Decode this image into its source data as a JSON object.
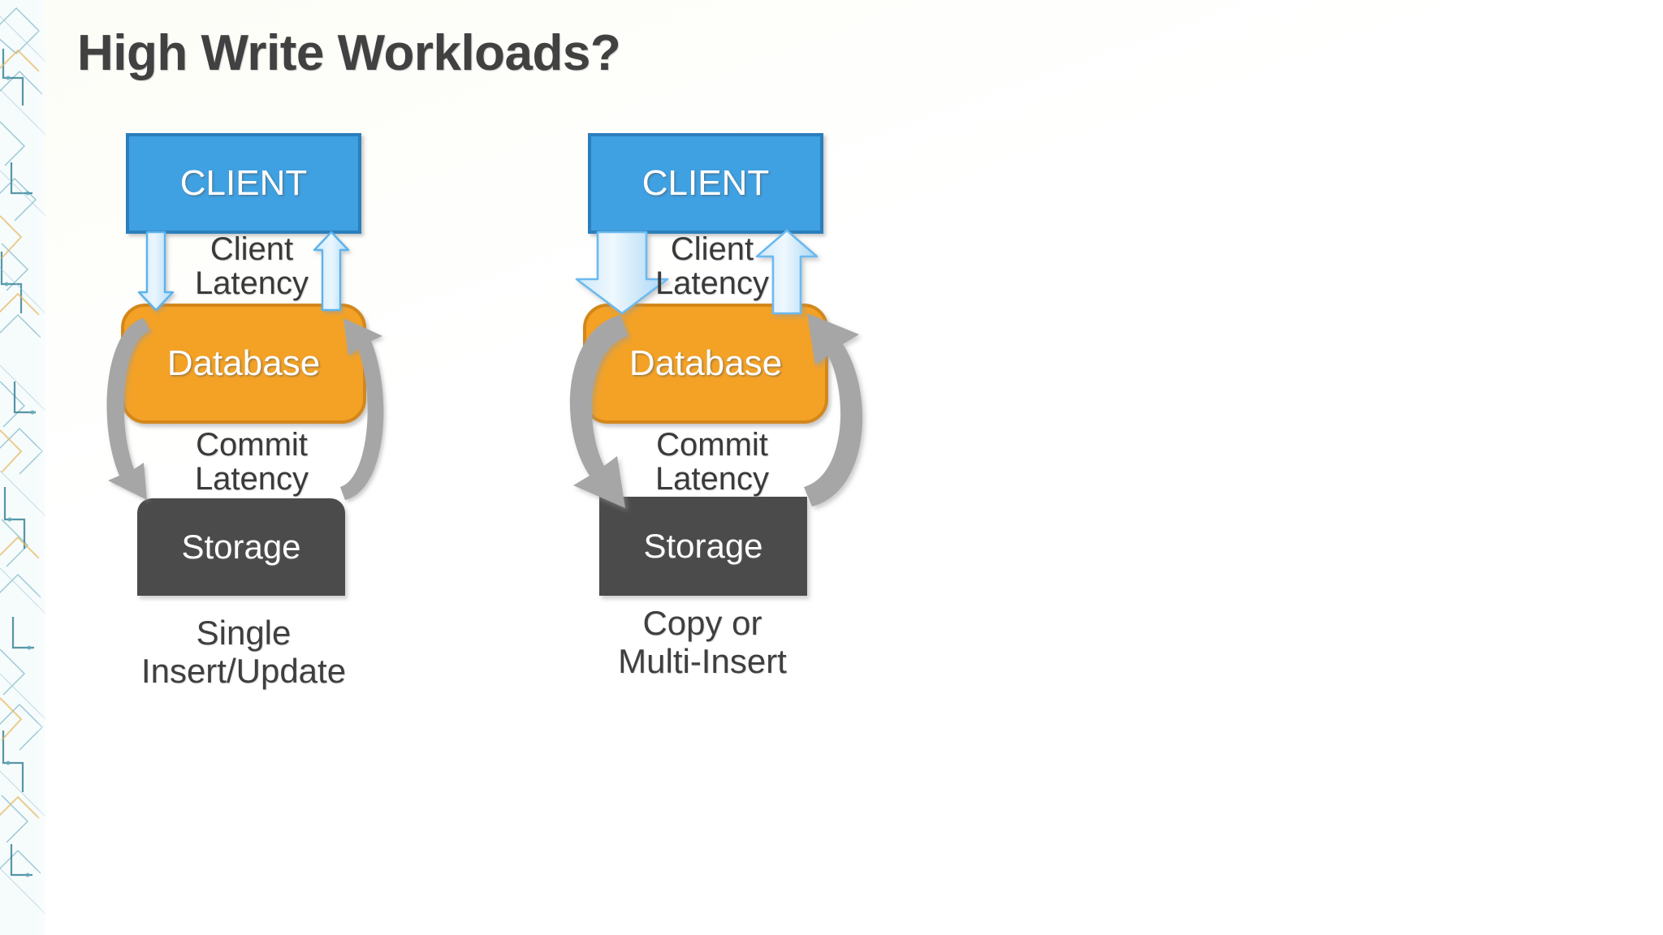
{
  "slide": {
    "title": "High Write Workloads?",
    "background_color": "#fdfdfb",
    "title_color": "#414141"
  },
  "palette": {
    "client_fill": "#3fa0e2",
    "client_border": "#2a7fbd",
    "database_fill": "#f3a226",
    "database_border": "#d4871a",
    "storage_fill": "#4b4b4b",
    "client_arrow_fill": "#bfe2fa",
    "client_arrow_border": "#5cb3ec",
    "commit_arrow_fill": "#a6a6a6",
    "label_color": "#3a3a3a"
  },
  "columns": [
    {
      "id": "single-insert-update",
      "nodes": {
        "client": "CLIENT",
        "database": "Database",
        "storage": "Storage"
      },
      "labels": {
        "client_latency_line1": "Client",
        "client_latency_line2": "Latency",
        "commit_latency_line1": "Commit",
        "commit_latency_line2": "Latency"
      },
      "caption_line1": "Single",
      "caption_line2": "Insert/Update",
      "arrow_weight": "thin"
    },
    {
      "id": "copy-or-multi-insert",
      "nodes": {
        "client": "CLIENT",
        "database": "Database",
        "storage": "Storage"
      },
      "labels": {
        "client_latency_line1": "Client",
        "client_latency_line2": "Latency",
        "commit_latency_line1": "Commit",
        "commit_latency_line2": "Latency"
      },
      "caption_line1": "Copy or",
      "caption_line2": "Multi-Insert",
      "arrow_weight": "thick"
    }
  ]
}
